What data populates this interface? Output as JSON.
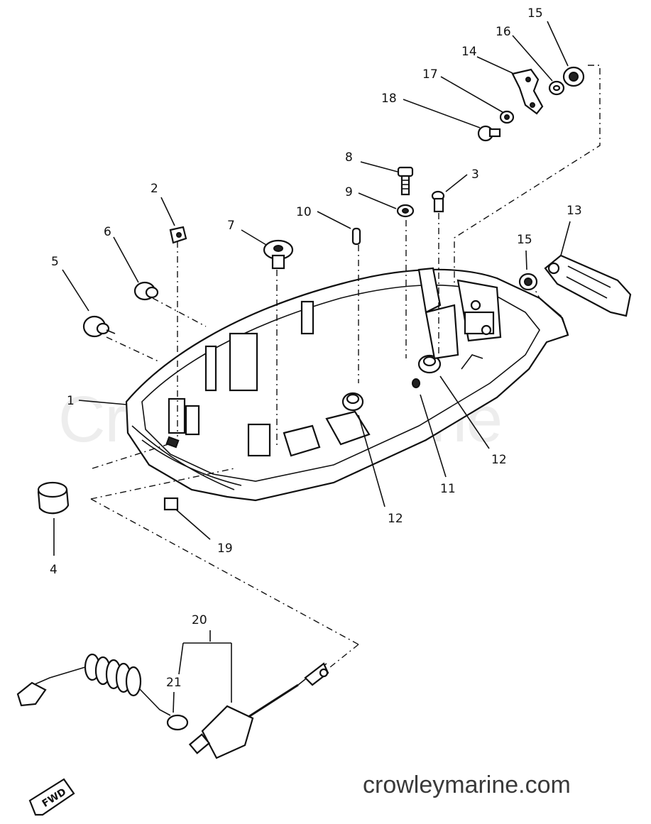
{
  "watermark": "Crowley Marine",
  "footer": "crowleymarine.com",
  "fwd_label": "FWD",
  "callouts": {
    "c1": "1",
    "c2": "2",
    "c3": "3",
    "c4": "4",
    "c5": "5",
    "c6": "6",
    "c7": "7",
    "c8": "8",
    "c9": "9",
    "c10": "10",
    "c11": "11",
    "c12a": "12",
    "c12b": "12",
    "c13": "13",
    "c14": "14",
    "c15a": "15",
    "c15b": "15",
    "c16": "16",
    "c17": "17",
    "c18": "18",
    "c19": "19",
    "c20": "20",
    "c21": "21"
  }
}
